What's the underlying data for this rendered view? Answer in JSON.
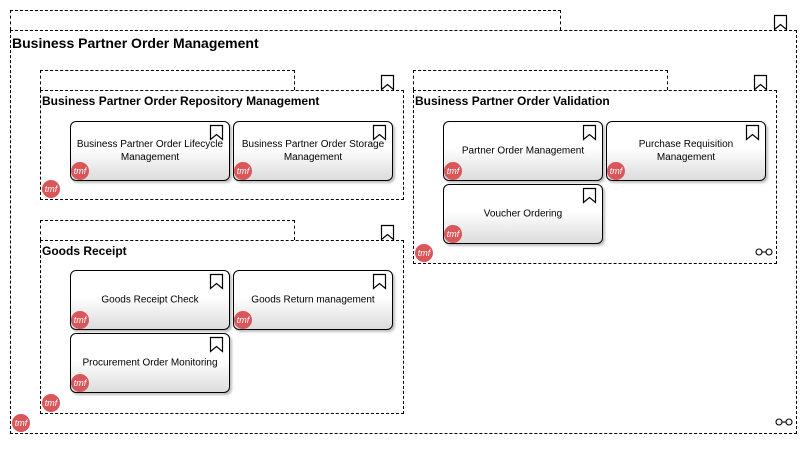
{
  "root": {
    "title": "Business Partner Order Management",
    "badge": "tmf"
  },
  "groups": [
    {
      "title": "Business Partner Order Repository Management",
      "badge": "tmf",
      "components": [
        {
          "label": "Business Partner Order Lifecycle Management",
          "badge": "tmf"
        },
        {
          "label": "Business Partner Order Storage Management",
          "badge": "tmf"
        }
      ]
    },
    {
      "title": "Goods Receipt",
      "badge": "tmf",
      "components": [
        {
          "label": "Goods Receipt Check",
          "badge": "tmf"
        },
        {
          "label": "Goods Return management",
          "badge": "tmf"
        },
        {
          "label": "Procurement Order Monitoring",
          "badge": "tmf"
        }
      ]
    },
    {
      "title": "Business Partner Order Validation",
      "badge": "tmf",
      "components": [
        {
          "label": "Partner Order Management",
          "badge": "tmf"
        },
        {
          "label": "Purchase Requisition Management",
          "badge": "tmf"
        },
        {
          "label": "Voucher Ordering",
          "badge": "tmf"
        }
      ]
    }
  ],
  "colors": {
    "badge": "#d9575b",
    "border": "#000000",
    "box_gradient_end": "#dcdcdc"
  },
  "icons": {
    "corner": "bookmark-icon",
    "link": "link-icon",
    "badge": "tmf-logo-icon"
  }
}
